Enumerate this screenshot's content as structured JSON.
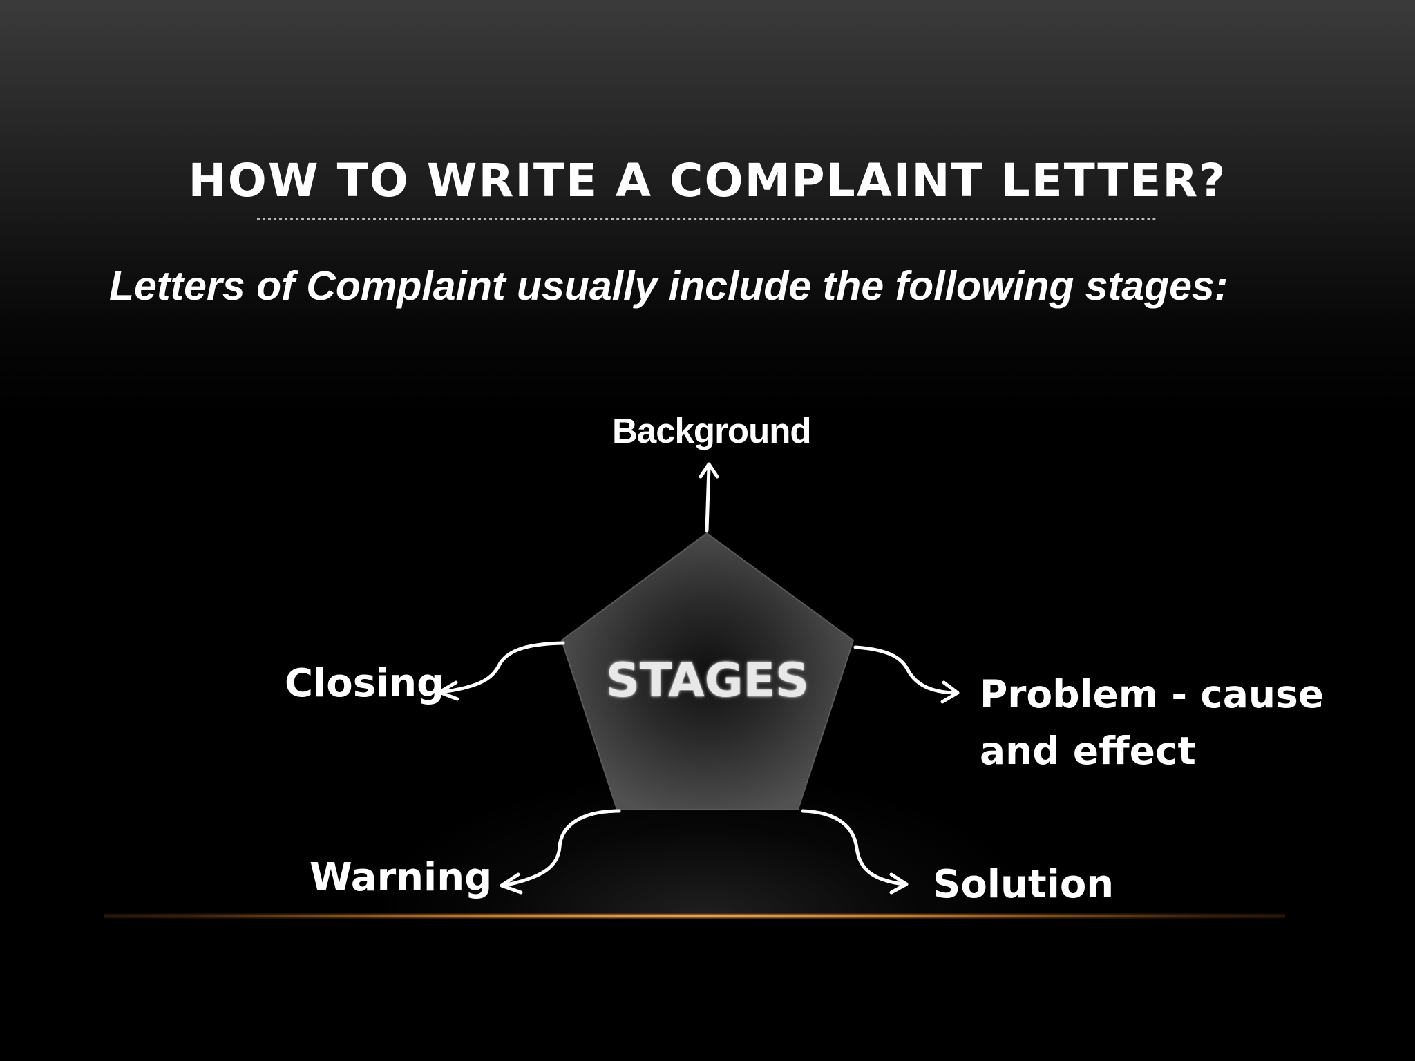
{
  "slide": {
    "title": "HOW TO WRITE A COMPLAINT LETTER?",
    "subtitle": "Letters of Complaint usually include the following stages:"
  },
  "diagram": {
    "center_label": "STAGES",
    "stages": {
      "background": "Background",
      "problem": "Problem - cause and effect",
      "solution": "Solution",
      "warning": "Warning",
      "closing": "Closing"
    }
  },
  "colors": {
    "text": "#ffffff",
    "pentagon_edge": "#4f4f4f",
    "pentagon_core": "#121212",
    "floor_glow": "#c07a32"
  }
}
